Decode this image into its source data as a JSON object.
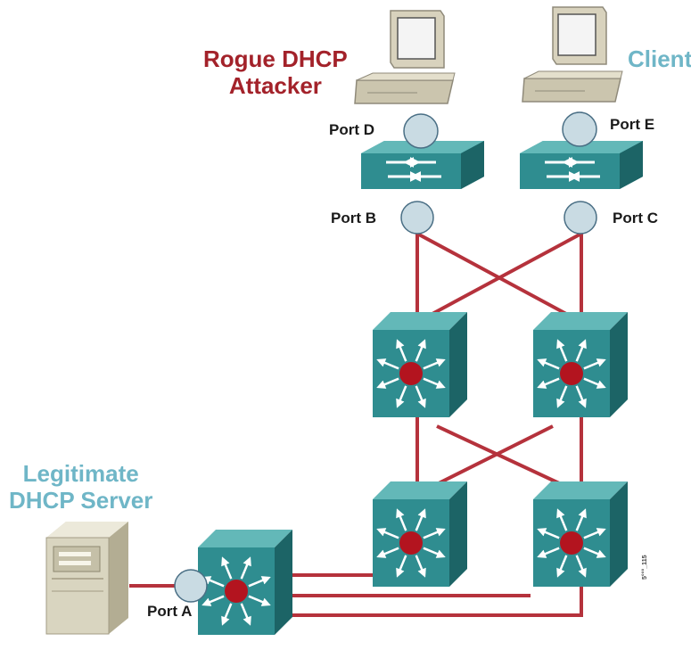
{
  "labels": {
    "rogue_line1": "Rogue DHCP",
    "rogue_line2": "Attacker",
    "client": "Client",
    "legit_line1": "Legitimate",
    "legit_line2": "DHCP Server",
    "port_a": "Port A",
    "port_b": "Port B",
    "port_c": "Port C",
    "port_d": "Port D",
    "port_e": "Port E",
    "figure_code": "5°°°_115"
  },
  "colors": {
    "link": "#b5323c",
    "device_teal": "#2f8d90",
    "device_teal_dark": "#1c6466",
    "device_teal_light": "#63b8b8",
    "port_circle": "#c9dbe3",
    "router_core": "#b3141f",
    "title_red": "#a3222a",
    "title_blue": "#6fb6c7"
  },
  "devices": [
    {
      "id": "pc-attacker",
      "type": "workstation-icon"
    },
    {
      "id": "pc-client",
      "type": "workstation-icon"
    },
    {
      "id": "switch-access-left",
      "type": "workgroup-switch-icon"
    },
    {
      "id": "switch-access-right",
      "type": "workgroup-switch-icon"
    },
    {
      "id": "l3-dist-left",
      "type": "multilayer-switch-icon"
    },
    {
      "id": "l3-dist-right",
      "type": "multilayer-switch-icon"
    },
    {
      "id": "l3-core-left",
      "type": "multilayer-switch-icon"
    },
    {
      "id": "l3-core-right",
      "type": "multilayer-switch-icon"
    },
    {
      "id": "l3-edge",
      "type": "multilayer-switch-icon"
    },
    {
      "id": "dhcp-server",
      "type": "server-tower-icon"
    }
  ]
}
